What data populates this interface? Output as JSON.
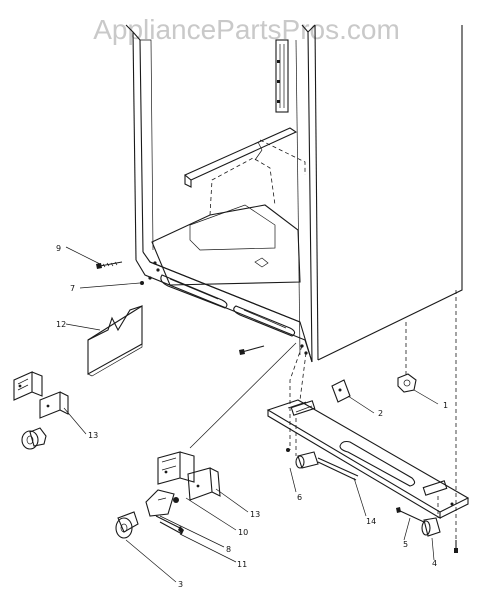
{
  "watermark": "AppliancePartsPros.com",
  "callouts": [
    {
      "id": "c1",
      "text": "1"
    },
    {
      "id": "c2",
      "text": "2"
    },
    {
      "id": "c3",
      "text": "3"
    },
    {
      "id": "c4",
      "text": "4"
    },
    {
      "id": "c5",
      "text": "5"
    },
    {
      "id": "c6",
      "text": "6"
    },
    {
      "id": "c7",
      "text": "7"
    },
    {
      "id": "c8",
      "text": "8"
    },
    {
      "id": "c9",
      "text": "9"
    },
    {
      "id": "c10",
      "text": "10"
    },
    {
      "id": "c11",
      "text": "11"
    },
    {
      "id": "c12",
      "text": "12"
    },
    {
      "id": "c13a",
      "text": "13"
    },
    {
      "id": "c13b",
      "text": "13"
    },
    {
      "id": "c14",
      "text": "14"
    }
  ]
}
